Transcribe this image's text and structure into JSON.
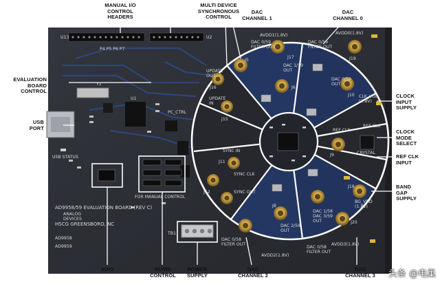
{
  "callouts": {
    "manual_io": "MANUAL I/O\nCONTROL\nHEADERS",
    "multi_device": "MULTI DEVICE\nSYNCHRONOUS\nCONTROL",
    "dac1": "DAC\nCHANNEL 1",
    "dac0": "DAC\nCHANNEL 0",
    "eval_ctrl": "EVALUATION\nBOARD\nCONTROL",
    "clock_input": "CLOCK\nINPUT\nSUPPLY",
    "usb_port": "USB\nPORT",
    "clock_mode": "CLOCK\nMODE\nSELECT",
    "ref_clk": "REF CLK\nINPUT",
    "band_gap": "BAND\nGAP\nSUPPLY",
    "sdio": "SDIO",
    "rurd": "RU/RD\nCONTROL",
    "power_supply": "POWER\nSUPPLY",
    "dac2": "DAC\nCHANNEL 2",
    "dac3": "DAC\nCHANNEL 3"
  },
  "board": {
    "u13": "U13",
    "u2": "U2",
    "h_labels": "P4 P5 P6 P7",
    "j16": "J16",
    "update_out": "UPDATE\nOUT",
    "update_in": "UPDATE\nIN",
    "j15": "J15",
    "sync_in": "SYNC IN",
    "j11": "J11",
    "sync_clk": "SYNC CLK",
    "sync_out": "SYNC OUT",
    "j12": "J12",
    "avdd1": "AVDD1(1.8V)",
    "dac1_filter": "DAC 0/59\nFILTER OUT",
    "j5": "J5",
    "j17": "J17",
    "dac1_out": "DAC 1/59\nOUT",
    "j6": "J6",
    "dac0_top": "AVDD0(1.8V)",
    "dac0_filter": "DAC 0/59\nFILTER OUT",
    "j19": "J19",
    "dac0_out": "DAC 0/59\nOUT",
    "j10": "J10",
    "clk_vdd": "CLK_VDD\n(1.8V)",
    "ref_clk": "REF CLK",
    "j9": "J9",
    "crystal": "CRYSTAL",
    "ref_j1": "REF CLK",
    "j18": "J18",
    "bg_vdd": "BG_VDD\n(1.8V)",
    "dac2_out": "DAC 2/59\nOUT",
    "j8": "J8",
    "dac2_filter": "DAC 0/58\nFILTER OUT",
    "avdd2": "AVDD2(1.8V)",
    "dac3_out1": "DAC 1/58\nDAC 3/59\nOUT",
    "j20": "J20",
    "dac3_filter": "DAC 0/58\nFILTER OUT",
    "avdd3": "AVDD3(1.8V)",
    "eval_board": "AD9958/59 EVALUATION BOARD (REV C)",
    "hscg": "HSCG GREENSBORO, NC",
    "logo": "ANALOG\nDEVICES",
    "ad9958": "AD9958",
    "ad9959": "AD9959",
    "usb_status": "USB STATUS",
    "manual_control": "FOR MANUAL CONTROL",
    "tb1": "TB1",
    "w_labels": "PC_CTRL",
    "u1": "U1",
    "y1": "Y1"
  },
  "watermark": "头条 @电巢",
  "colors": {
    "pcb": "#2b2d33",
    "pcb_dark": "#1b1c20",
    "trace_blue": "#28427a",
    "gold": "#c8a24a",
    "silk": "#d9d9d9",
    "callout_box": "#ffffff"
  }
}
